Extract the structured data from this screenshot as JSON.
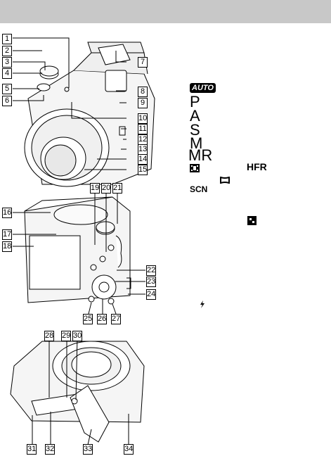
{
  "callouts_front": [
    "1",
    "2",
    "3",
    "4",
    "5",
    "6",
    "7",
    "8",
    "9",
    "10",
    "11",
    "12",
    "13",
    "14",
    "15"
  ],
  "callouts_back": [
    "16",
    "17",
    "18",
    "19",
    "20",
    "21",
    "22",
    "23",
    "24",
    "25",
    "26",
    "27"
  ],
  "callouts_bottom": [
    "28",
    "29",
    "30",
    "31",
    "32",
    "33",
    "34"
  ],
  "mode_dial": {
    "auto": "AUTO",
    "p": "P",
    "a": "A",
    "s": "S",
    "m": "M",
    "mr": "MR",
    "hfr": "HFR",
    "scn": "SCN"
  }
}
